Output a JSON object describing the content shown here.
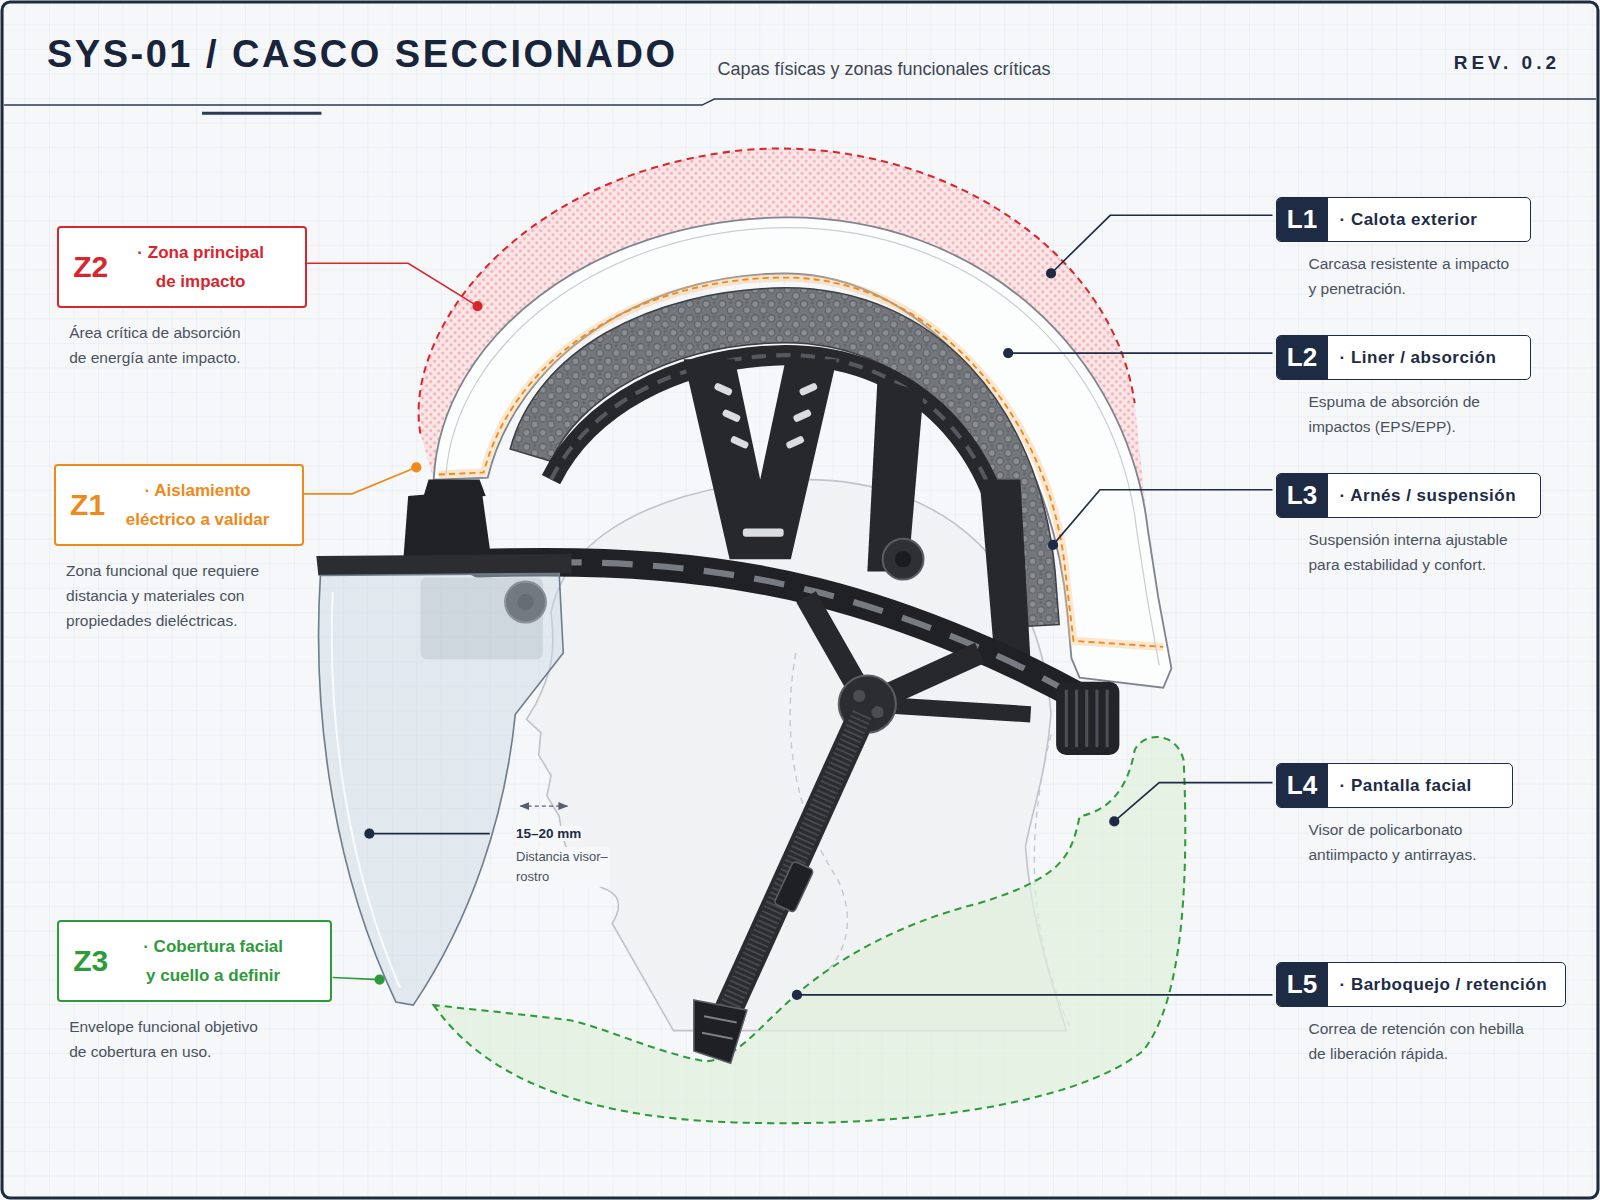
{
  "diagram": {
    "title": "SYS-01 / CASCO SECCIONADO",
    "caption": "Capas físicas y zonas funcionales críticas",
    "nodes": [
      {
        "text": [
          "Z2",
          "· Zona principal de impacto",
          "Área crítica de absorción de energía ante impacto."
        ]
      },
      {
        "text": [
          "Z1",
          "· Aislamiento eléctrico a validar",
          "Zona funcional que requiere distancia y materiales con propiedades dieléctricas."
        ]
      },
      {
        "text": [
          "Z3",
          "· Cobertura facial y cuello a definir",
          "Envelope funcional objetivo de cobertura en uso."
        ]
      },
      {
        "text": [
          "L1",
          "· Calota exterior",
          "Carcasa resistente a impacto y penetración."
        ]
      },
      {
        "text": [
          "L2",
          "· Liner / absorción",
          "Espuma de absorción de impactos (EPS/EPP)."
        ]
      },
      {
        "text": [
          "L3",
          "· Arnés / suspensión",
          "Suspensión interna ajustable para estabilidad y confort."
        ]
      },
      {
        "text": [
          "L4",
          "· Pantalla facial",
          "Visor de policarbonato antiimpacto y antirrayas."
        ]
      },
      {
        "text": [
          "L5",
          "· Barboquejo / retención",
          "Correa de retención con hebilla de liberación rápida."
        ]
      }
    ],
    "labels": [
      "REV. 0.2",
      "15–20 mm",
      "Distancia visor–rostro"
    ]
  }
}
